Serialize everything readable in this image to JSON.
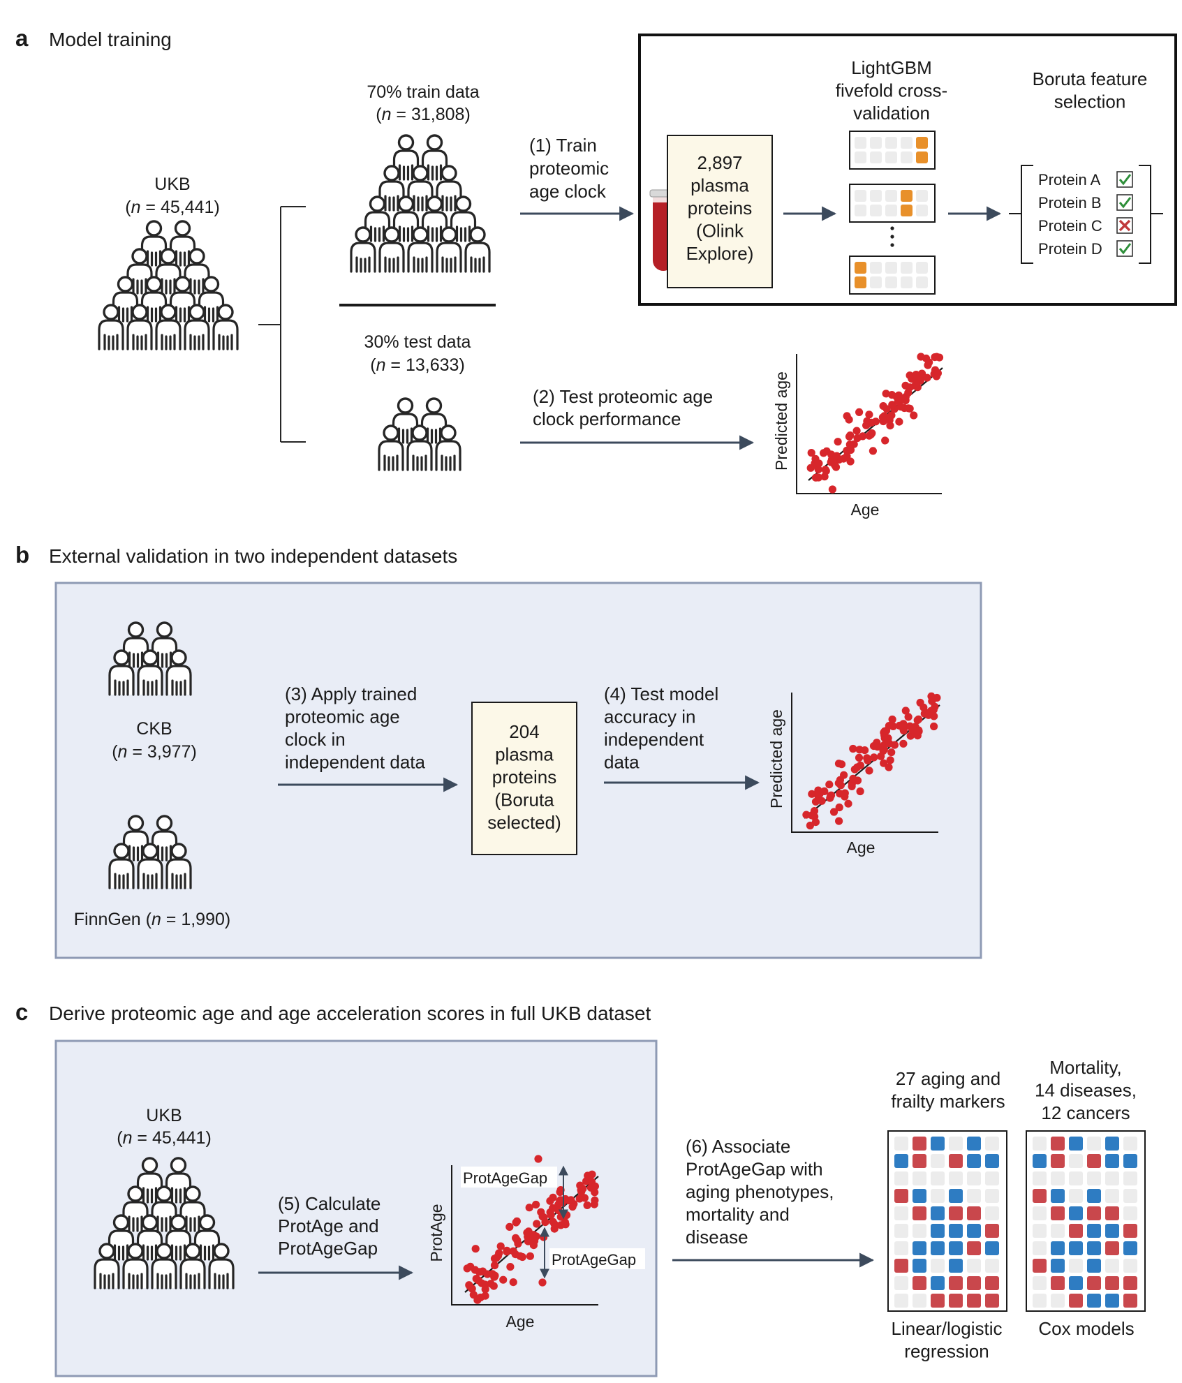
{
  "panel_a": {
    "letter": "a",
    "title": "Model training",
    "ukb_label": "UKB",
    "ukb_n": "n = 45,441",
    "train_label": "70% train data",
    "train_n": "n = 31,808",
    "test_label": "30% test data",
    "test_n": "n = 13,633",
    "step1_lines": [
      "(1) Train",
      "proteomic",
      "age clock"
    ],
    "proteins_box_lines": [
      "2,897",
      "plasma",
      "proteins",
      "(Olink",
      "Explore)"
    ],
    "lightgbm_lines": [
      "LightGBM",
      "fivefold cross-",
      "validation"
    ],
    "boruta_title_lines": [
      "Boruta feature",
      "selection"
    ],
    "boruta_proteins": [
      {
        "name": "Protein A",
        "selected": true
      },
      {
        "name": "Protein B",
        "selected": true
      },
      {
        "name": "Protein C",
        "selected": false
      },
      {
        "name": "Protein D",
        "selected": true
      }
    ],
    "step2_lines": [
      "(2) Test proteomic age",
      "clock performance"
    ],
    "plot_xlabel": "Age",
    "plot_ylabel": "Predicted age"
  },
  "panel_b": {
    "letter": "b",
    "title": "External validation in two independent datasets",
    "ckb_label": "CKB",
    "ckb_n": "n = 3,977",
    "finngen_label": "FinnGen",
    "finngen_n": "n = 1,990",
    "step3_lines": [
      "(3) Apply trained",
      "proteomic age",
      "clock in",
      "independent data"
    ],
    "proteins_box_lines": [
      "204",
      "plasma",
      "proteins",
      "(Boruta",
      "selected)"
    ],
    "step4_lines": [
      "(4) Test model",
      "accuracy in",
      "independent",
      "data"
    ],
    "plot_xlabel": "Age",
    "plot_ylabel": "Predicted age"
  },
  "panel_c": {
    "letter": "c",
    "title": "Derive proteomic age and age acceleration scores in full UKB dataset",
    "ukb_label": "UKB",
    "ukb_n": "n = 45,441",
    "step5_lines": [
      "(5) Calculate",
      "ProtAge and",
      "ProtAgeGap"
    ],
    "plot_xlabel": "Age",
    "plot_ylabel": "ProtAge",
    "gap_label_top": "ProtAgeGap",
    "gap_label_bottom": "ProtAgeGap",
    "step6_lines": [
      "(6) Associate",
      "ProtAgeGap with",
      "aging phenotypes,",
      "mortality and",
      "disease"
    ],
    "grid1_title_lines": [
      "27 aging and",
      "frailty markers"
    ],
    "grid2_title_lines": [
      "Mortality,",
      "14 diseases,",
      "12 cancers"
    ],
    "grid1_caption_lines": [
      "Linear/logistic",
      "regression"
    ],
    "grid2_caption_lines": [
      "Cox models"
    ],
    "grid1_cells": [
      "ERBEBE",
      "BRERBB",
      "EEEEEE",
      "RBEBEE",
      "ERBRRE",
      "EEBBBR",
      "EBBBRB",
      "RBEBEE",
      "ERBRRR",
      "EERRRR"
    ],
    "grid2_cells": [
      "ERBEBE",
      "BRERBB",
      "EEEEEE",
      "RBEBEE",
      "ERBRRE",
      "EERBBR",
      "EBBBRB",
      "RBEBEE",
      "ERBRRR",
      "EERBBR"
    ]
  },
  "colors": {
    "dot_red": "#d7262b",
    "cell_red": "#c9474c",
    "cell_blue": "#2e7cc2",
    "cell_empty": "#ececec",
    "fold_orange": "#e8902a",
    "arrow": "#3c4a5c",
    "panel_fill": "#e9edf6",
    "panel_border": "#8e9ab4",
    "box_fill": "#fcf8e8",
    "tube_red": "#b51f26",
    "check_green": "#2e8f3a",
    "cross_red": "#c0393b"
  }
}
